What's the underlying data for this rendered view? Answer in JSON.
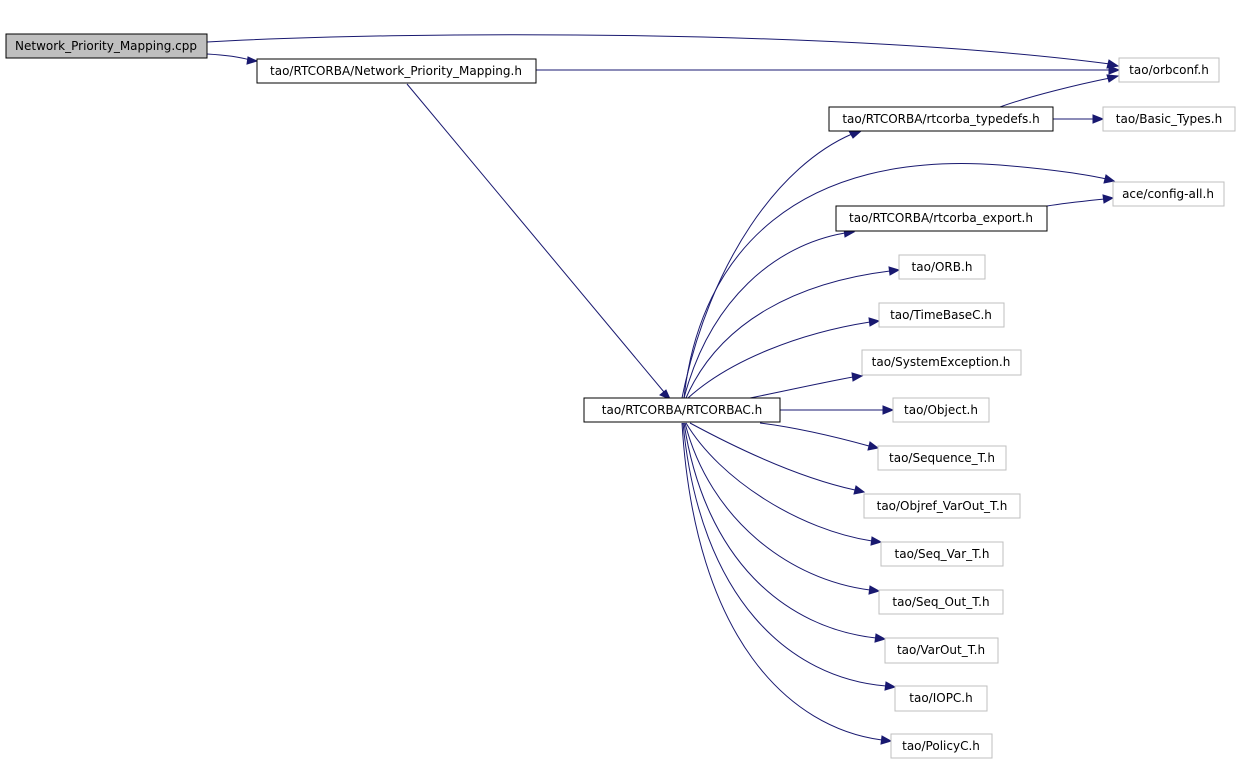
{
  "diagram": {
    "colors": {
      "edge": "#191970",
      "root_fill": "#bfbfbf",
      "node_fill": "#ffffff",
      "documented_border": "#000000",
      "undocumented_border": "#bfbfbf",
      "text": "#000000"
    },
    "nodes": {
      "root": "Network_Priority_Mapping.cpp",
      "npm_h": "tao/RTCORBA/Network_Priority_Mapping.h",
      "orbconf": "tao/orbconf.h",
      "typedefs": "tao/RTCORBA/rtcorba_typedefs.h",
      "basic_types": "tao/Basic_Types.h",
      "config_all": "ace/config-all.h",
      "rtcorba_export": "tao/RTCORBA/rtcorba_export.h",
      "orb": "tao/ORB.h",
      "timebasec": "tao/TimeBaseC.h",
      "sysexc": "tao/SystemException.h",
      "rtcorbac": "tao/RTCORBA/RTCORBAC.h",
      "object": "tao/Object.h",
      "sequence_t": "tao/Sequence_T.h",
      "objref_varout": "tao/Objref_VarOut_T.h",
      "seq_var": "tao/Seq_Var_T.h",
      "seq_out": "tao/Seq_Out_T.h",
      "varout": "tao/VarOut_T.h",
      "iopc": "tao/IOPC.h",
      "policyc": "tao/PolicyC.h"
    }
  }
}
